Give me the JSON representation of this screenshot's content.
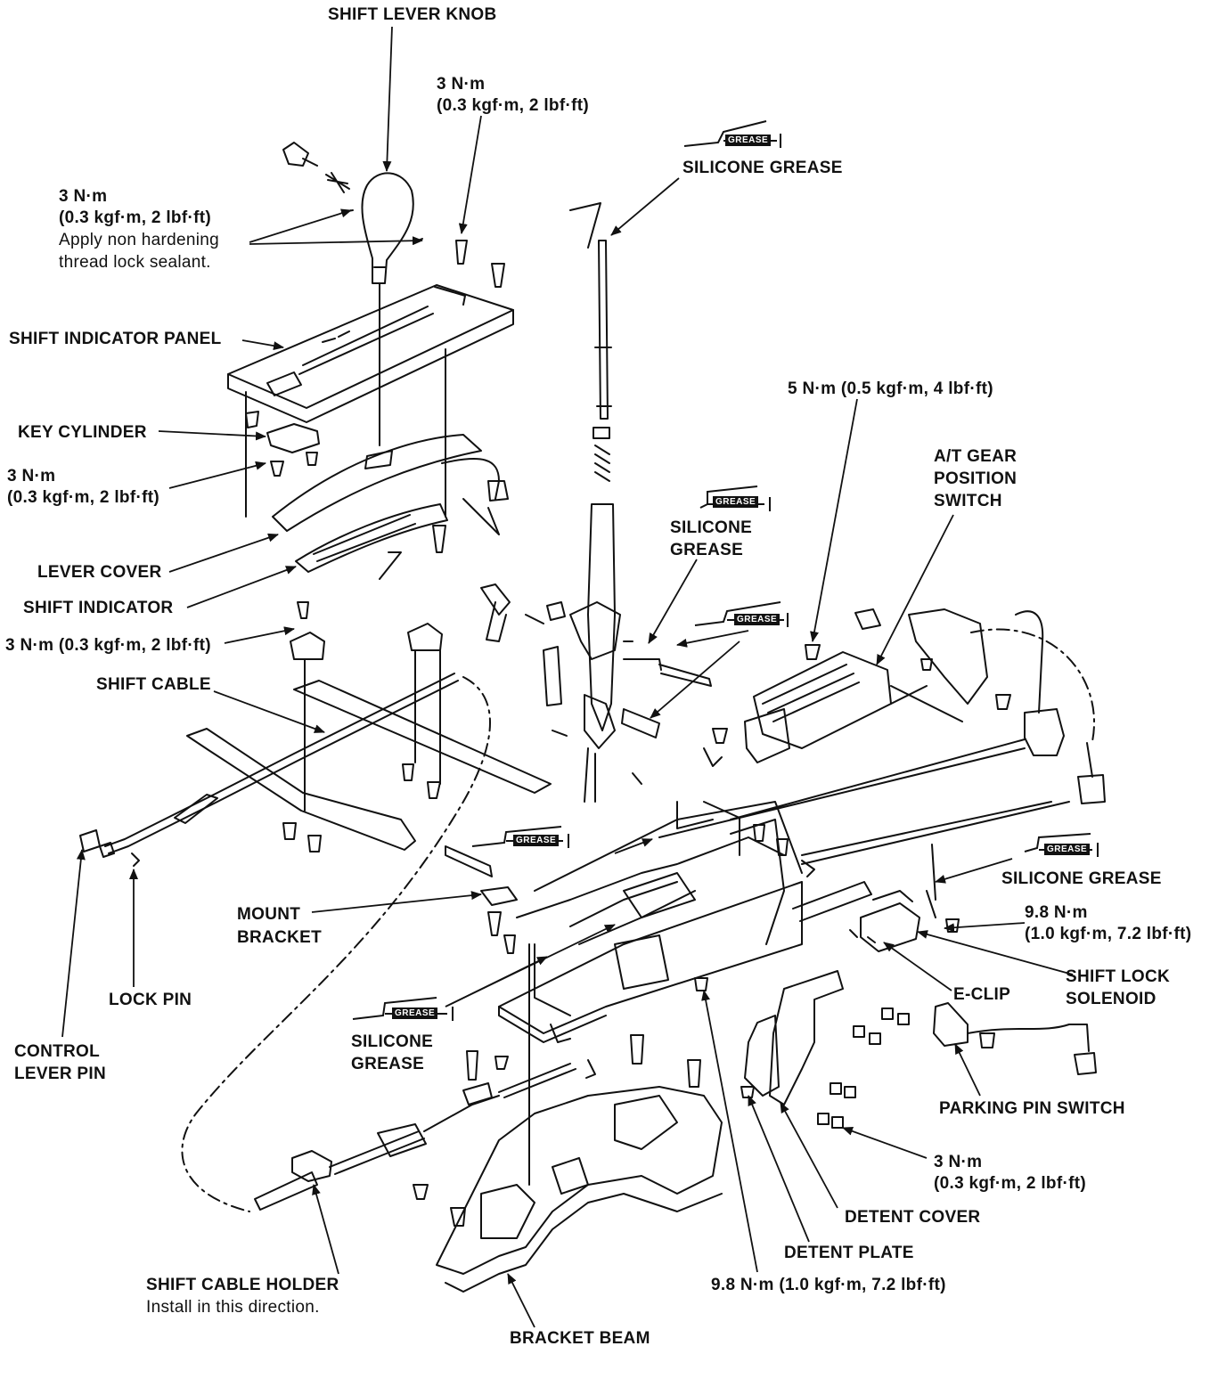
{
  "labels": {
    "shift_lever_knob": "SHIFT LEVER KNOB",
    "torque_top_1": "3 N·m",
    "torque_top_2": "(0.3 kgf·m, 2 lbf·ft)",
    "silicone_grease_top": "SILICONE GREASE",
    "knob_torque_1": "3 N·m",
    "knob_torque_2": "(0.3 kgf·m, 2 lbf·ft)",
    "knob_note_1": "Apply non hardening",
    "knob_note_2": "thread lock sealant.",
    "shift_indicator_panel": "SHIFT INDICATOR PANEL",
    "key_cylinder": "KEY CYLINDER",
    "key_torque_1": "3 N·m",
    "key_torque_2": "(0.3 kgf·m, 2 lbf·ft)",
    "lever_cover": "LEVER COVER",
    "shift_indicator": "SHIFT INDICATOR",
    "indicator_torque": "3 N·m (0.3 kgf·m, 2 lbf·ft)",
    "shift_cable": "SHIFT CABLE",
    "five_nm": "5 N·m (0.5 kgf·m, 4 lbf·ft)",
    "at_gear_1": "A/T GEAR",
    "at_gear_2": "POSITION",
    "at_gear_3": "SWITCH",
    "silicone_mid_1": "SILICONE",
    "silicone_mid_2": "GREASE",
    "silicone_right": "SILICONE GREASE",
    "solenoid_torque_1": "9.8 N·m",
    "solenoid_torque_2": "(1.0 kgf·m, 7.2 lbf·ft)",
    "shift_lock_1": "SHIFT LOCK",
    "shift_lock_2": "SOLENOID",
    "eclip": "E-CLIP",
    "mount_bracket_1": "MOUNT",
    "mount_bracket_2": "BRACKET",
    "lock_pin": "LOCK PIN",
    "control_lever_1": "CONTROL",
    "control_lever_2": "LEVER PIN",
    "silicone_bottom_1": "SILICONE",
    "silicone_bottom_2": "GREASE",
    "parking_pin_switch": "PARKING PIN SWITCH",
    "detent_torque_1": "3 N·m",
    "detent_torque_2": "(0.3 kgf·m, 2 lbf·ft)",
    "detent_cover": "DETENT COVER",
    "detent_plate": "DETENT PLATE",
    "bottom_torque": "9.8 N·m (1.0 kgf·m, 7.2 lbf·ft)",
    "shift_cable_holder": "SHIFT CABLE HOLDER",
    "install_direction": "Install in this direction.",
    "bracket_beam": "BRACKET BEAM"
  },
  "grease_icon_text": "GREASE"
}
